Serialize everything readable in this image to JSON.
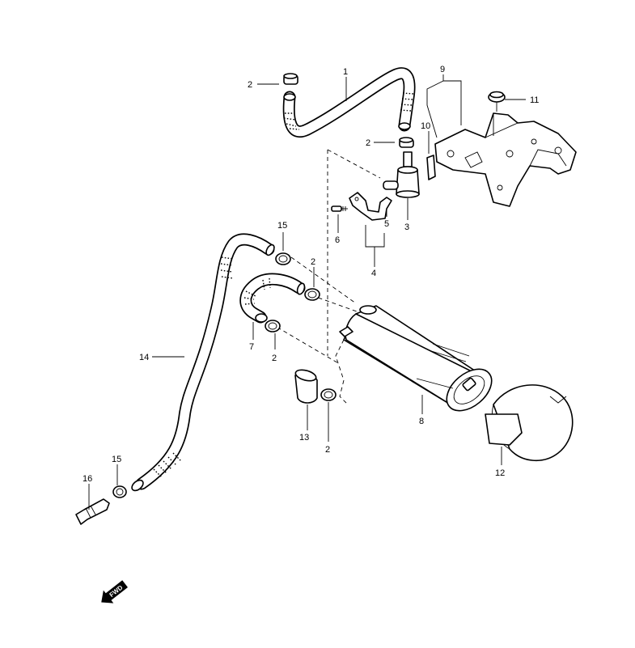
{
  "callouts": {
    "p1": "1",
    "p2_top": "2",
    "p2_upper": "2",
    "p2_mid": "2",
    "p2_lower": "2",
    "p2_bottom": "2",
    "p3": "3",
    "p4": "4",
    "p5": "5",
    "p6": "6",
    "p7": "7",
    "p8": "8",
    "p9": "9",
    "p10": "10",
    "p11": "11",
    "p12": "12",
    "p13": "13",
    "p14": "14",
    "p15_top": "15",
    "p15_bottom": "15",
    "p16": "16"
  },
  "fwd_arrow": {
    "label": "FWD",
    "icon": "fwd-arrow-icon"
  },
  "colors": {
    "ink": "#000000",
    "paper": "#ffffff"
  }
}
